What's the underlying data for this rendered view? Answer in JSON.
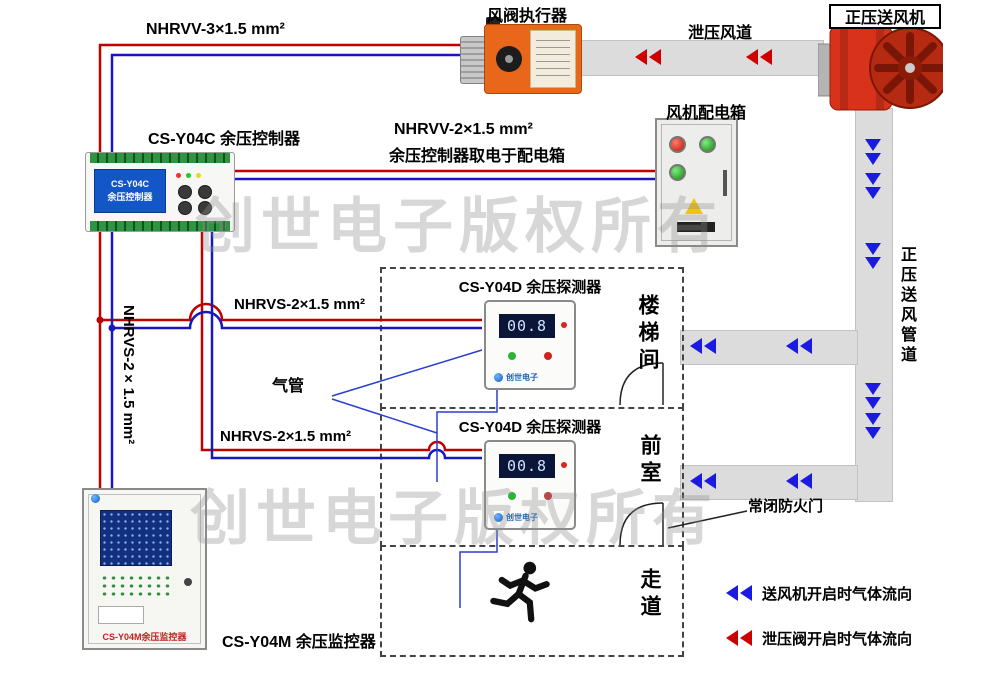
{
  "diagram": {
    "watermark": "创世电子版权所有",
    "cables": {
      "actuator_cable": "NHRVV-3×1.5 mm²",
      "power_cable": "NHRVV-2×1.5 mm²",
      "power_cable_note": "余压控制器取电于配电箱",
      "signal_cable_run1": "NHRVS-2×1.5 mm²",
      "signal_cable_run2": "NHRVS-2×1.5 mm²",
      "signal_cable_riser": "NHRVS-2×1.5 mm²",
      "air_tube": "气管"
    },
    "equipment": {
      "damper_actuator": "风阀执行器",
      "relief_duct": "泄压风道",
      "supply_fan": "正压送风机",
      "supply_duct": "正压送风管道",
      "controller": "CS-Y04C 余压控制器",
      "controller_screen_line1": "CS-Y04C",
      "controller_screen_line2": "余压控制器",
      "distribution_box": "风机配电箱",
      "detector_title": "CS-Y04D 余压探测器",
      "detector_reading": "00.8",
      "brand_logo": "创世电子",
      "monitor": "CS-Y04M 余压监控器",
      "monitor_panel_text": "CS-Y04M余压监控器",
      "fire_door": "常闭防火门"
    },
    "rooms": {
      "stairwell": "楼梯间",
      "front_room": "前室",
      "corridor": "走道"
    },
    "legend": {
      "supply_flow": "送风机开启时气体流向",
      "relief_flow": "泄压阀开启时气体流向"
    },
    "colors": {
      "wire_red": "#c00000",
      "wire_blue": "#1818c0",
      "tube_blue": "#2a3fd0",
      "duct_gray": "#dcdcdc",
      "arrow_blue": "#1a1ae0",
      "arrow_red": "#cc0000",
      "actuator_orange": "#e8671b",
      "fan_red": "#d43014"
    }
  }
}
